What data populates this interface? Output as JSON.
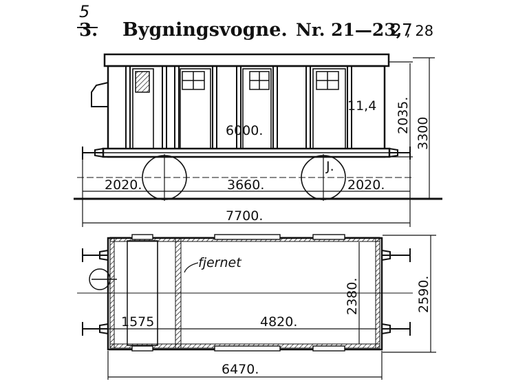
{
  "header": {
    "handwritten_number": "5",
    "struck_number": "3.",
    "title": "Bygningsvogne.",
    "number_label": "Nr. 21—23,",
    "extra_numbers": [
      "27",
      ", 28"
    ]
  },
  "side_view": {
    "labels": {
      "inner_height": "2035.",
      "total_height": "3300",
      "weight": "11,4",
      "body_length": "6000.",
      "wheel_mark": "J.",
      "overhang_left": "2020.",
      "wheelbase": "3660.",
      "overhang_right": "2020.",
      "total_length": "7700."
    }
  },
  "plan_view": {
    "labels": {
      "note": "fjernet",
      "compartment": "1575",
      "main_room": "4820.",
      "inner_width": "2380.",
      "outer_width": "2590.",
      "frame_length": "6470."
    }
  },
  "colors": {
    "ink": "#111111",
    "paper": "#ffffff"
  }
}
